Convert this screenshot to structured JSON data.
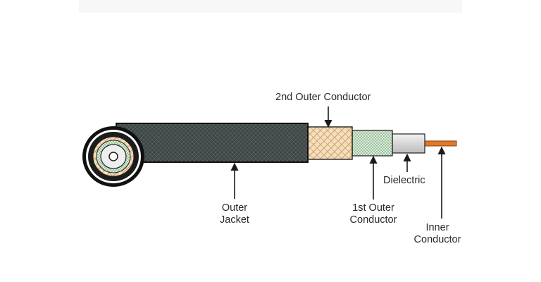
{
  "labels": {
    "second_outer_conductor": "2nd Outer Conductor",
    "outer_jacket_line1": "Outer",
    "outer_jacket_line2": "Jacket",
    "first_outer_line1": "1st Outer",
    "first_outer_line2": "Conductor",
    "dielectric": "Dielectric",
    "inner_line1": "Inner",
    "inner_line2": "Conductor"
  },
  "colors": {
    "jacket": "#3d4444",
    "jacket_weave": "#5a6363",
    "outline": "#111111",
    "braid_2nd_fill": "#f3dfc2",
    "braid_2nd_weave": "#d9a86a",
    "braid_1st_fill": "#d9ecd9",
    "braid_1st_dot": "#5f8f5f",
    "dielectric": "#d9d9d9",
    "inner_conductor": "#e07a2a",
    "arrow": "#1a1a1a"
  }
}
